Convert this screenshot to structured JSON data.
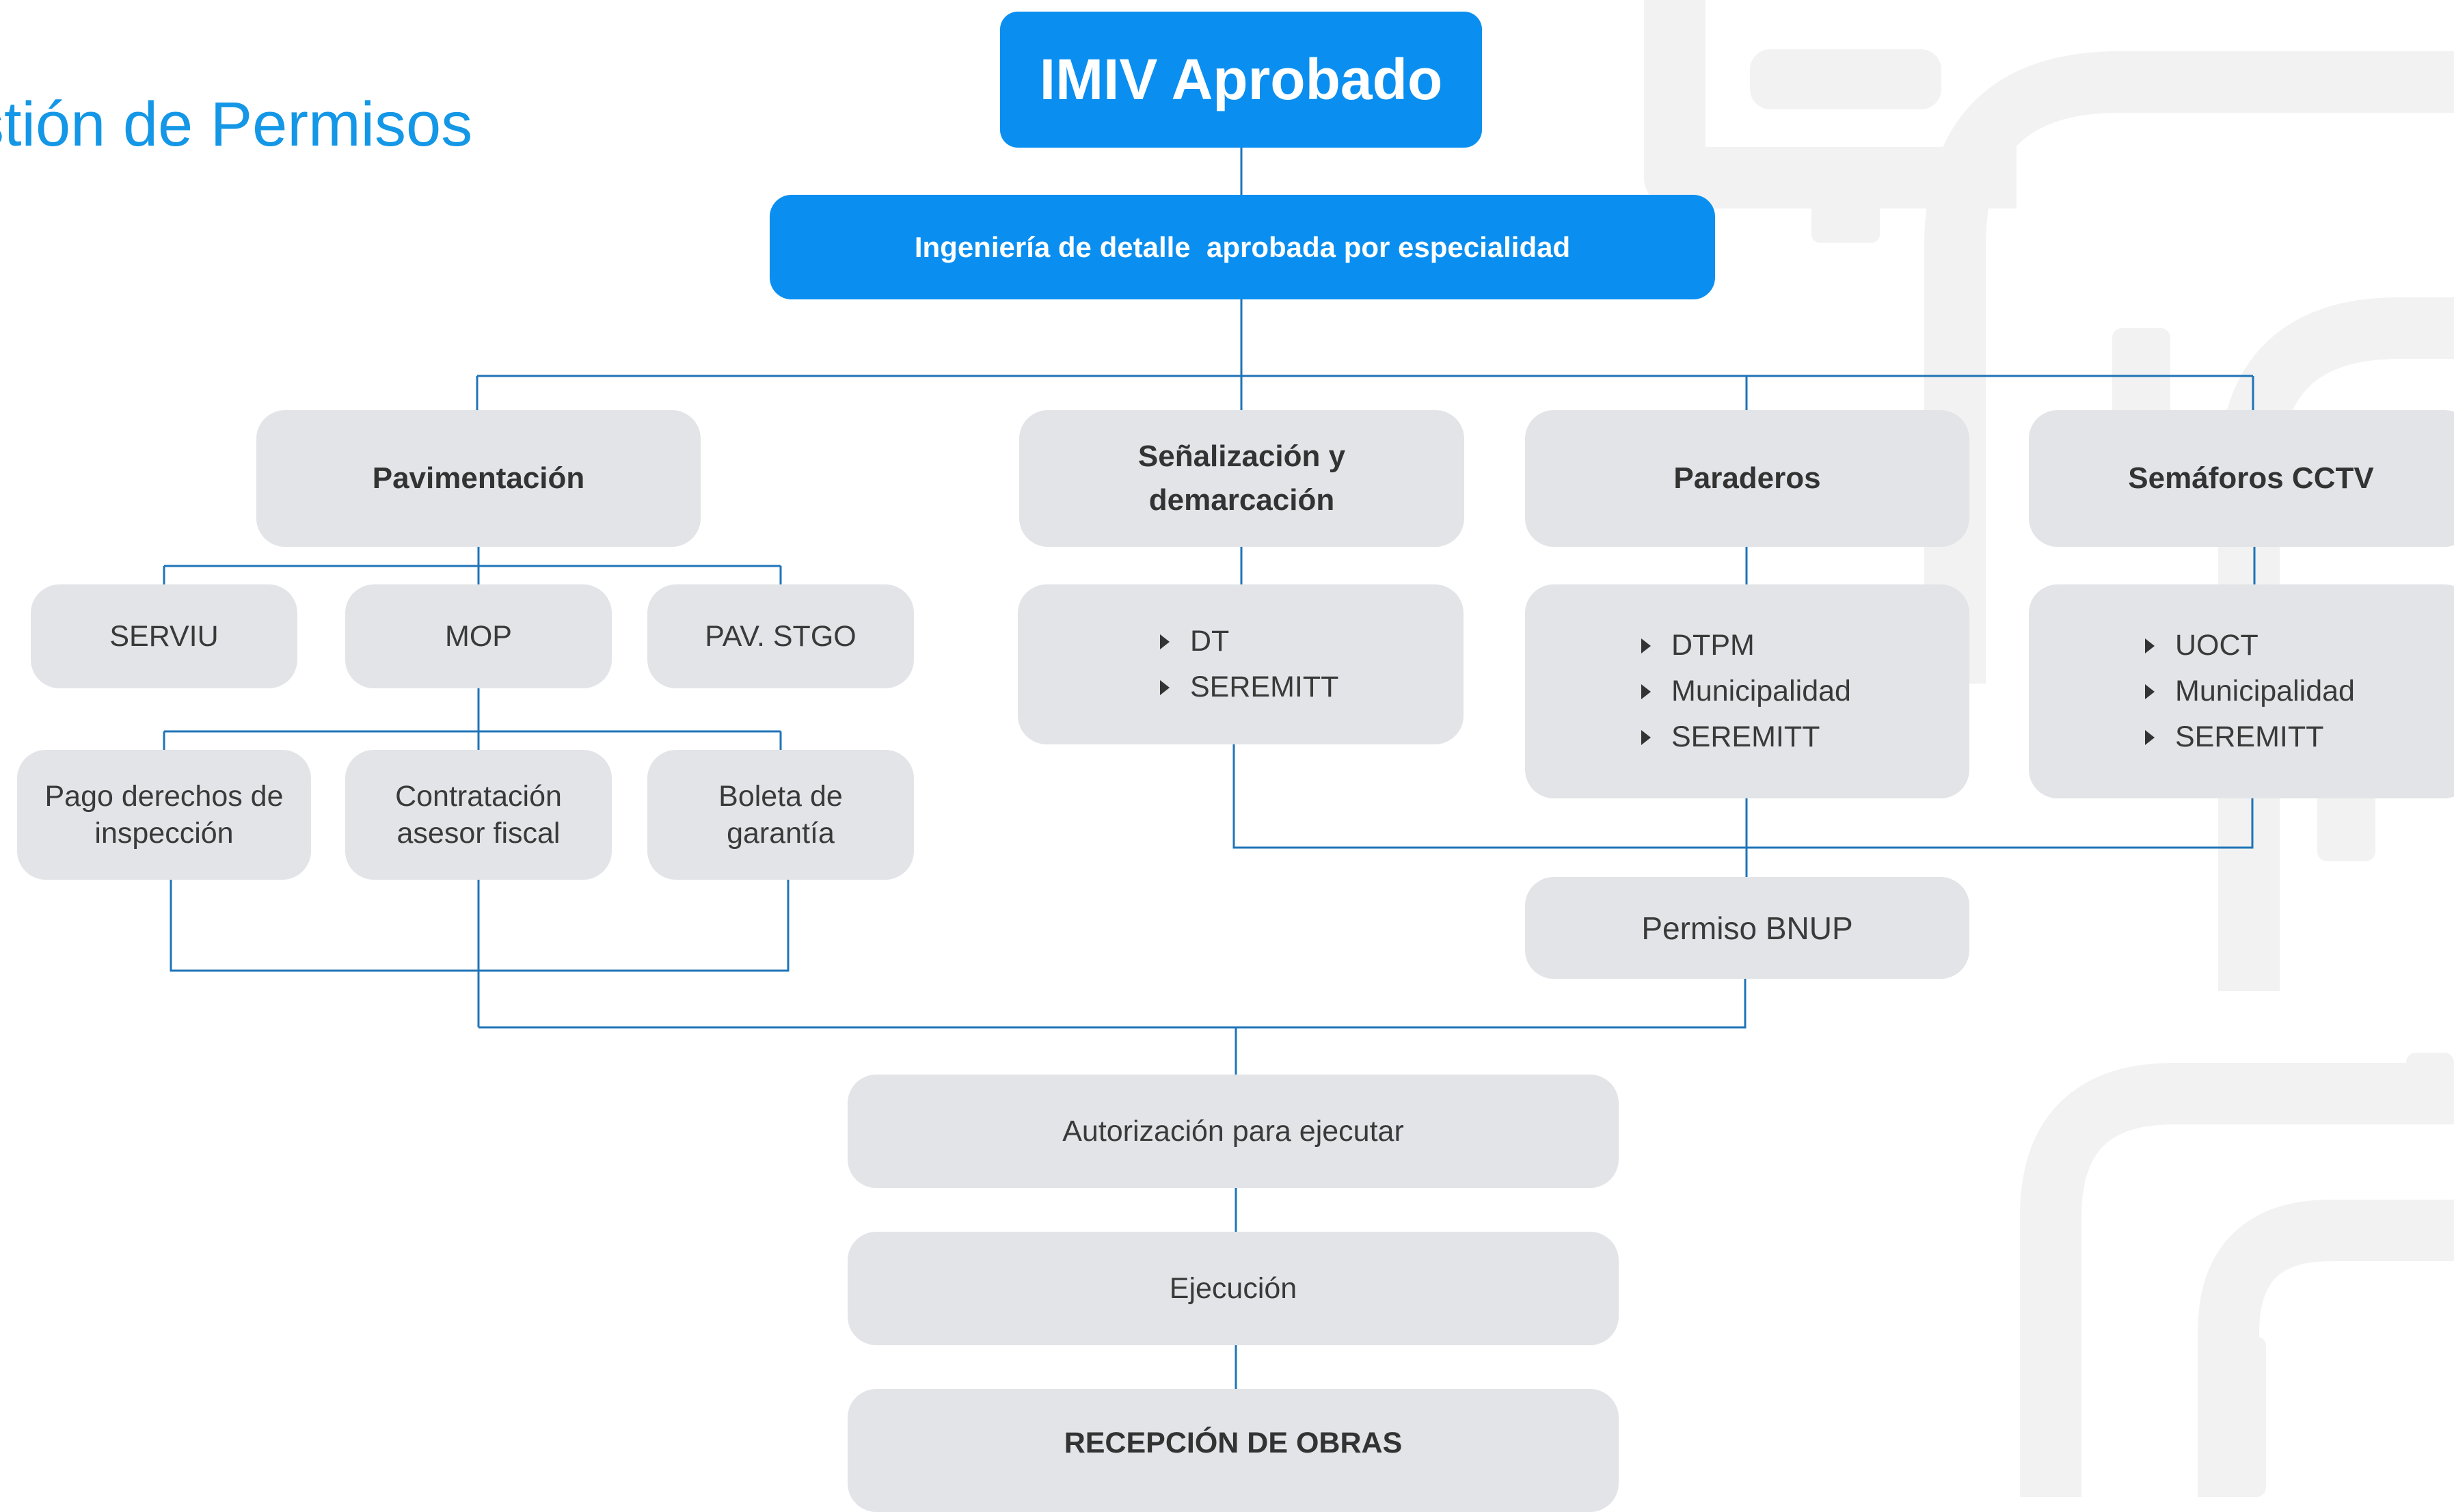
{
  "page_title": "stión de Permisos",
  "colors": {
    "accent": "#0a8ff0",
    "box_gray": "#e2e4e7",
    "connector": "#1f74b8",
    "title_blue": "#1497e6"
  },
  "top": {
    "approved": "IMIV Aprobado",
    "detail_engineering": "Ingeniería de detalle  aprobada por especialidad"
  },
  "specialties": {
    "pavimentacion": {
      "title": "Pavimentación",
      "agencies": [
        "SERVIU",
        "MOP",
        "PAV. STGO"
      ],
      "requirements": [
        {
          "line1": "Pago derechos de",
          "line2": "inspección"
        },
        {
          "line1": "Contratación",
          "line2": "asesor fiscal"
        },
        {
          "line1": "Boleta de",
          "line2": "garantía"
        }
      ]
    },
    "senalizacion": {
      "title_line1": "Señalización y",
      "title_line2": "demarcación",
      "items": [
        "DT",
        "SEREMITT"
      ]
    },
    "paraderos": {
      "title": "Paraderos",
      "items": [
        "DTPM",
        "Municipalidad",
        "SEREMITT"
      ]
    },
    "semaforos": {
      "title": "Semáforos CCTV",
      "items": [
        "UOCT",
        "Municipalidad",
        "SEREMITT"
      ]
    }
  },
  "permiso_bnup": "Permiso BNUP",
  "autorizacion": "Autorización para ejecutar",
  "ejecucion": "Ejecución",
  "recepcion": "RECEPCIÓN DE OBRAS"
}
